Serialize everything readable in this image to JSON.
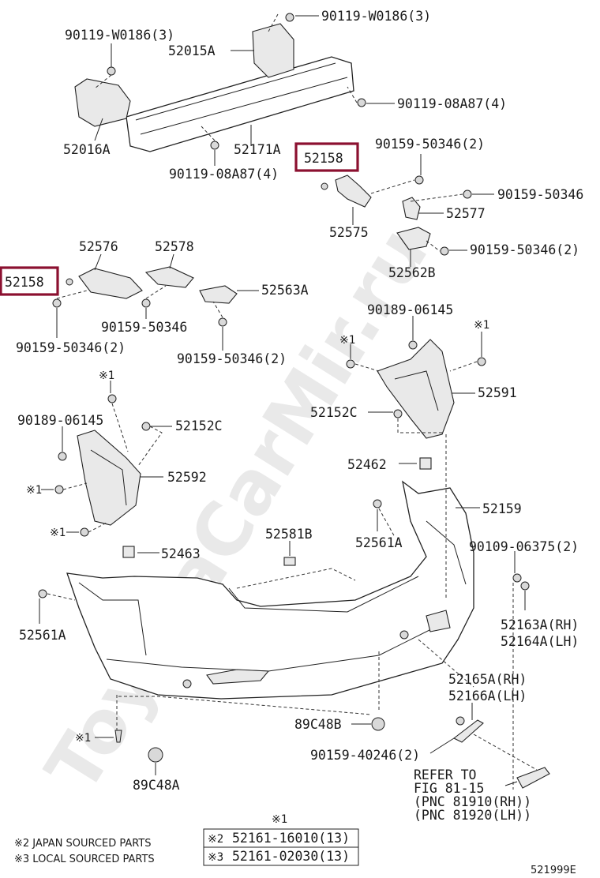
{
  "watermark": "ToyotaCarMir.ru",
  "figure_number": "521999E",
  "part_labels": {
    "p_90119_w0186_top": "90119-W0186(3)",
    "p_90119_w0186_left": "90119-W0186(3)",
    "p_52015a": "52015A",
    "p_90119_08a87_right": "90119-08A87(4)",
    "p_52016a": "52016A",
    "p_52171a": "52171A",
    "p_90119_08a87_bottom": "90119-08A87(4)",
    "p_52158_right": "52158",
    "p_90159_50346_2_a": "90159-50346(2)",
    "p_90159_50346": "90159-50346",
    "p_52577": "52577",
    "p_52575": "52575",
    "p_90159_50346_2_b": "90159-50346(2)",
    "p_52562b": "52562B",
    "p_52576": "52576",
    "p_52578": "52578",
    "p_52158_left": "52158",
    "p_52563a": "52563A",
    "p_90159_50346_mid": "90159-50346",
    "p_90159_50346_2_c": "90159-50346(2)",
    "p_90159_50346_2_d": "90159-50346(2)",
    "p_90189_06145_right": "90189-06145",
    "p_mark1_a": "※1",
    "p_mark1_b": "※1",
    "p_52591": "52591",
    "p_mark1_c": "※1",
    "p_90189_06145_left": "90189-06145",
    "p_52152c_left": "52152C",
    "p_52152c_right": "52152C",
    "p_52592": "52592",
    "p_mark1_d": "※1",
    "p_mark1_e": "※1",
    "p_52462": "52462",
    "p_52159": "52159",
    "p_52581b": "52581B",
    "p_52561a_right": "52561A",
    "p_90109_06375": "90109-06375(2)",
    "p_52463": "52463",
    "p_52163a": "52163A(RH)",
    "p_52164a": "52164A(LH)",
    "p_52561a_left": "52561A",
    "p_52165a": "52165A(RH)",
    "p_52166a": "52166A(LH)",
    "p_89c48b": "89C48B",
    "p_mark1_f": "※1",
    "p_90159_40246": "90159-40246(2)",
    "p_89c48a": "89C48A",
    "refer_line1": "REFER TO",
    "refer_line2": "FIG 81-15",
    "refer_line3": "(PNC 81910(RH))",
    "refer_line4": "(PNC 81920(LH))"
  },
  "legend_notes": [
    "※2 JAPAN SOURCED PARTS",
    "※3 LOCAL SOURCED PARTS"
  ],
  "parts_table": {
    "header": "※1",
    "rows": [
      {
        "mark": "※2",
        "part": "52161-16010(13)"
      },
      {
        "mark": "※3",
        "part": "52161-02030(13)"
      }
    ]
  },
  "highlighted_parts": [
    "52158"
  ],
  "colors": {
    "highlight": "#8b1030",
    "line": "#222222",
    "watermark": "#d8d8d8"
  }
}
